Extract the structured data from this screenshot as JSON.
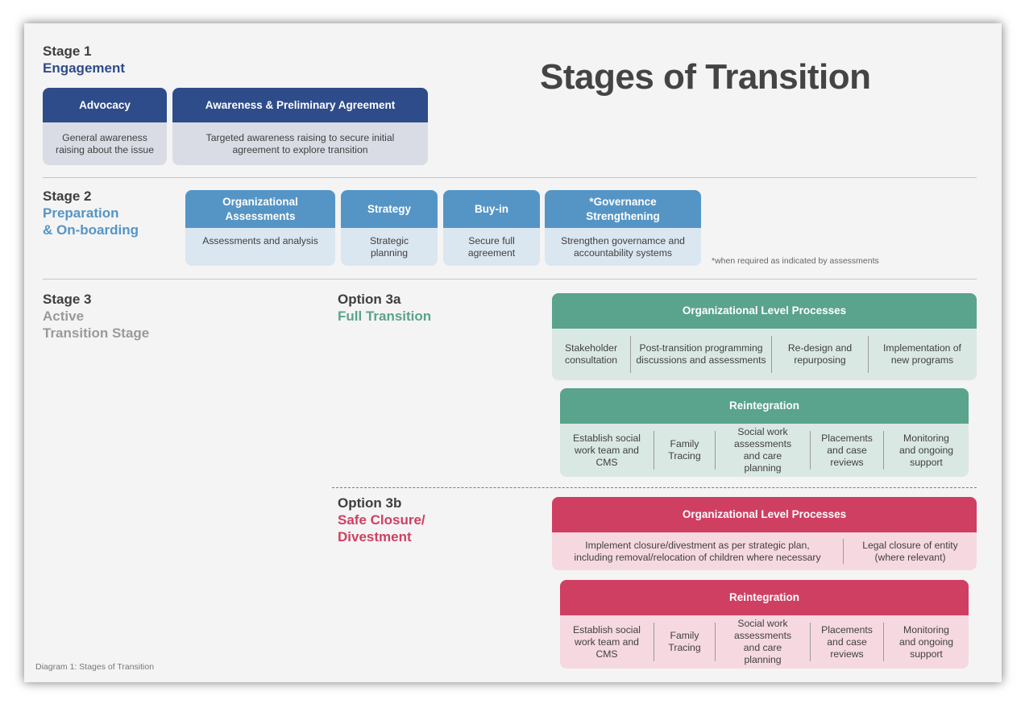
{
  "title": "Stages of Transition",
  "colors": {
    "stage1": "#2e4c8a",
    "stage2": "#5595c6",
    "stage3": "#9a9a9a",
    "full_transition": "#5aa38c",
    "safe_closure": "#cf3f62"
  },
  "stage1": {
    "num": "Stage 1",
    "name": "Engagement",
    "cards": [
      {
        "header": "Advocacy",
        "body": "General awareness raising about the issue"
      },
      {
        "header": "Awareness & Preliminary Agreement",
        "body": "Targeted awareness raising to secure initial agreement to explore transition"
      }
    ]
  },
  "stage2": {
    "num": "Stage 2",
    "name_line1": "Preparation",
    "name_line2": "& On-boarding",
    "cards": [
      {
        "header": "Organizational Assessments",
        "body": "Assessments and analysis"
      },
      {
        "header": "Strategy",
        "body": "Strategic planning"
      },
      {
        "header": "Buy-in",
        "body": "Secure full agreement"
      },
      {
        "header": "*Governance Strengthening",
        "body": "Strengthen governamce and accountability systems"
      }
    ],
    "note": "*when required as indicated by assessments"
  },
  "stage3": {
    "num": "Stage 3",
    "name_line1": "Active",
    "name_line2": "Transition Stage",
    "option_a": {
      "label": "Option 3a",
      "name": "Full Transition",
      "org": {
        "header": "Organizational Level Processes",
        "cells": [
          "Stakeholder consultation",
          "Post-transition programming discussions and assessments",
          "Re-design and repurposing",
          "Implementation of new programs"
        ]
      },
      "reint": {
        "header": "Reintegration",
        "cells": [
          "Establish social work team and CMS",
          "Family Tracing",
          "Social work assessments and care planning",
          "Placements and case reviews",
          "Monitoring and ongoing support"
        ]
      }
    },
    "option_b": {
      "label": "Option 3b",
      "name_line1": "Safe Closure/",
      "name_line2": "Divestment",
      "org": {
        "header": "Organizational Level Processes",
        "cells": [
          "Implement closure/divestment as per strategic plan, including removal/relocation of children where necessary",
          "Legal closure of entity (where relevant)"
        ]
      },
      "reint": {
        "header": "Reintegration",
        "cells": [
          "Establish social work team and CMS",
          "Family Tracing",
          "Social work assessments and care planning",
          "Placements and case reviews",
          "Monitoring and ongoing support"
        ]
      }
    }
  },
  "footer": "Diagram 1: Stages of Transition"
}
